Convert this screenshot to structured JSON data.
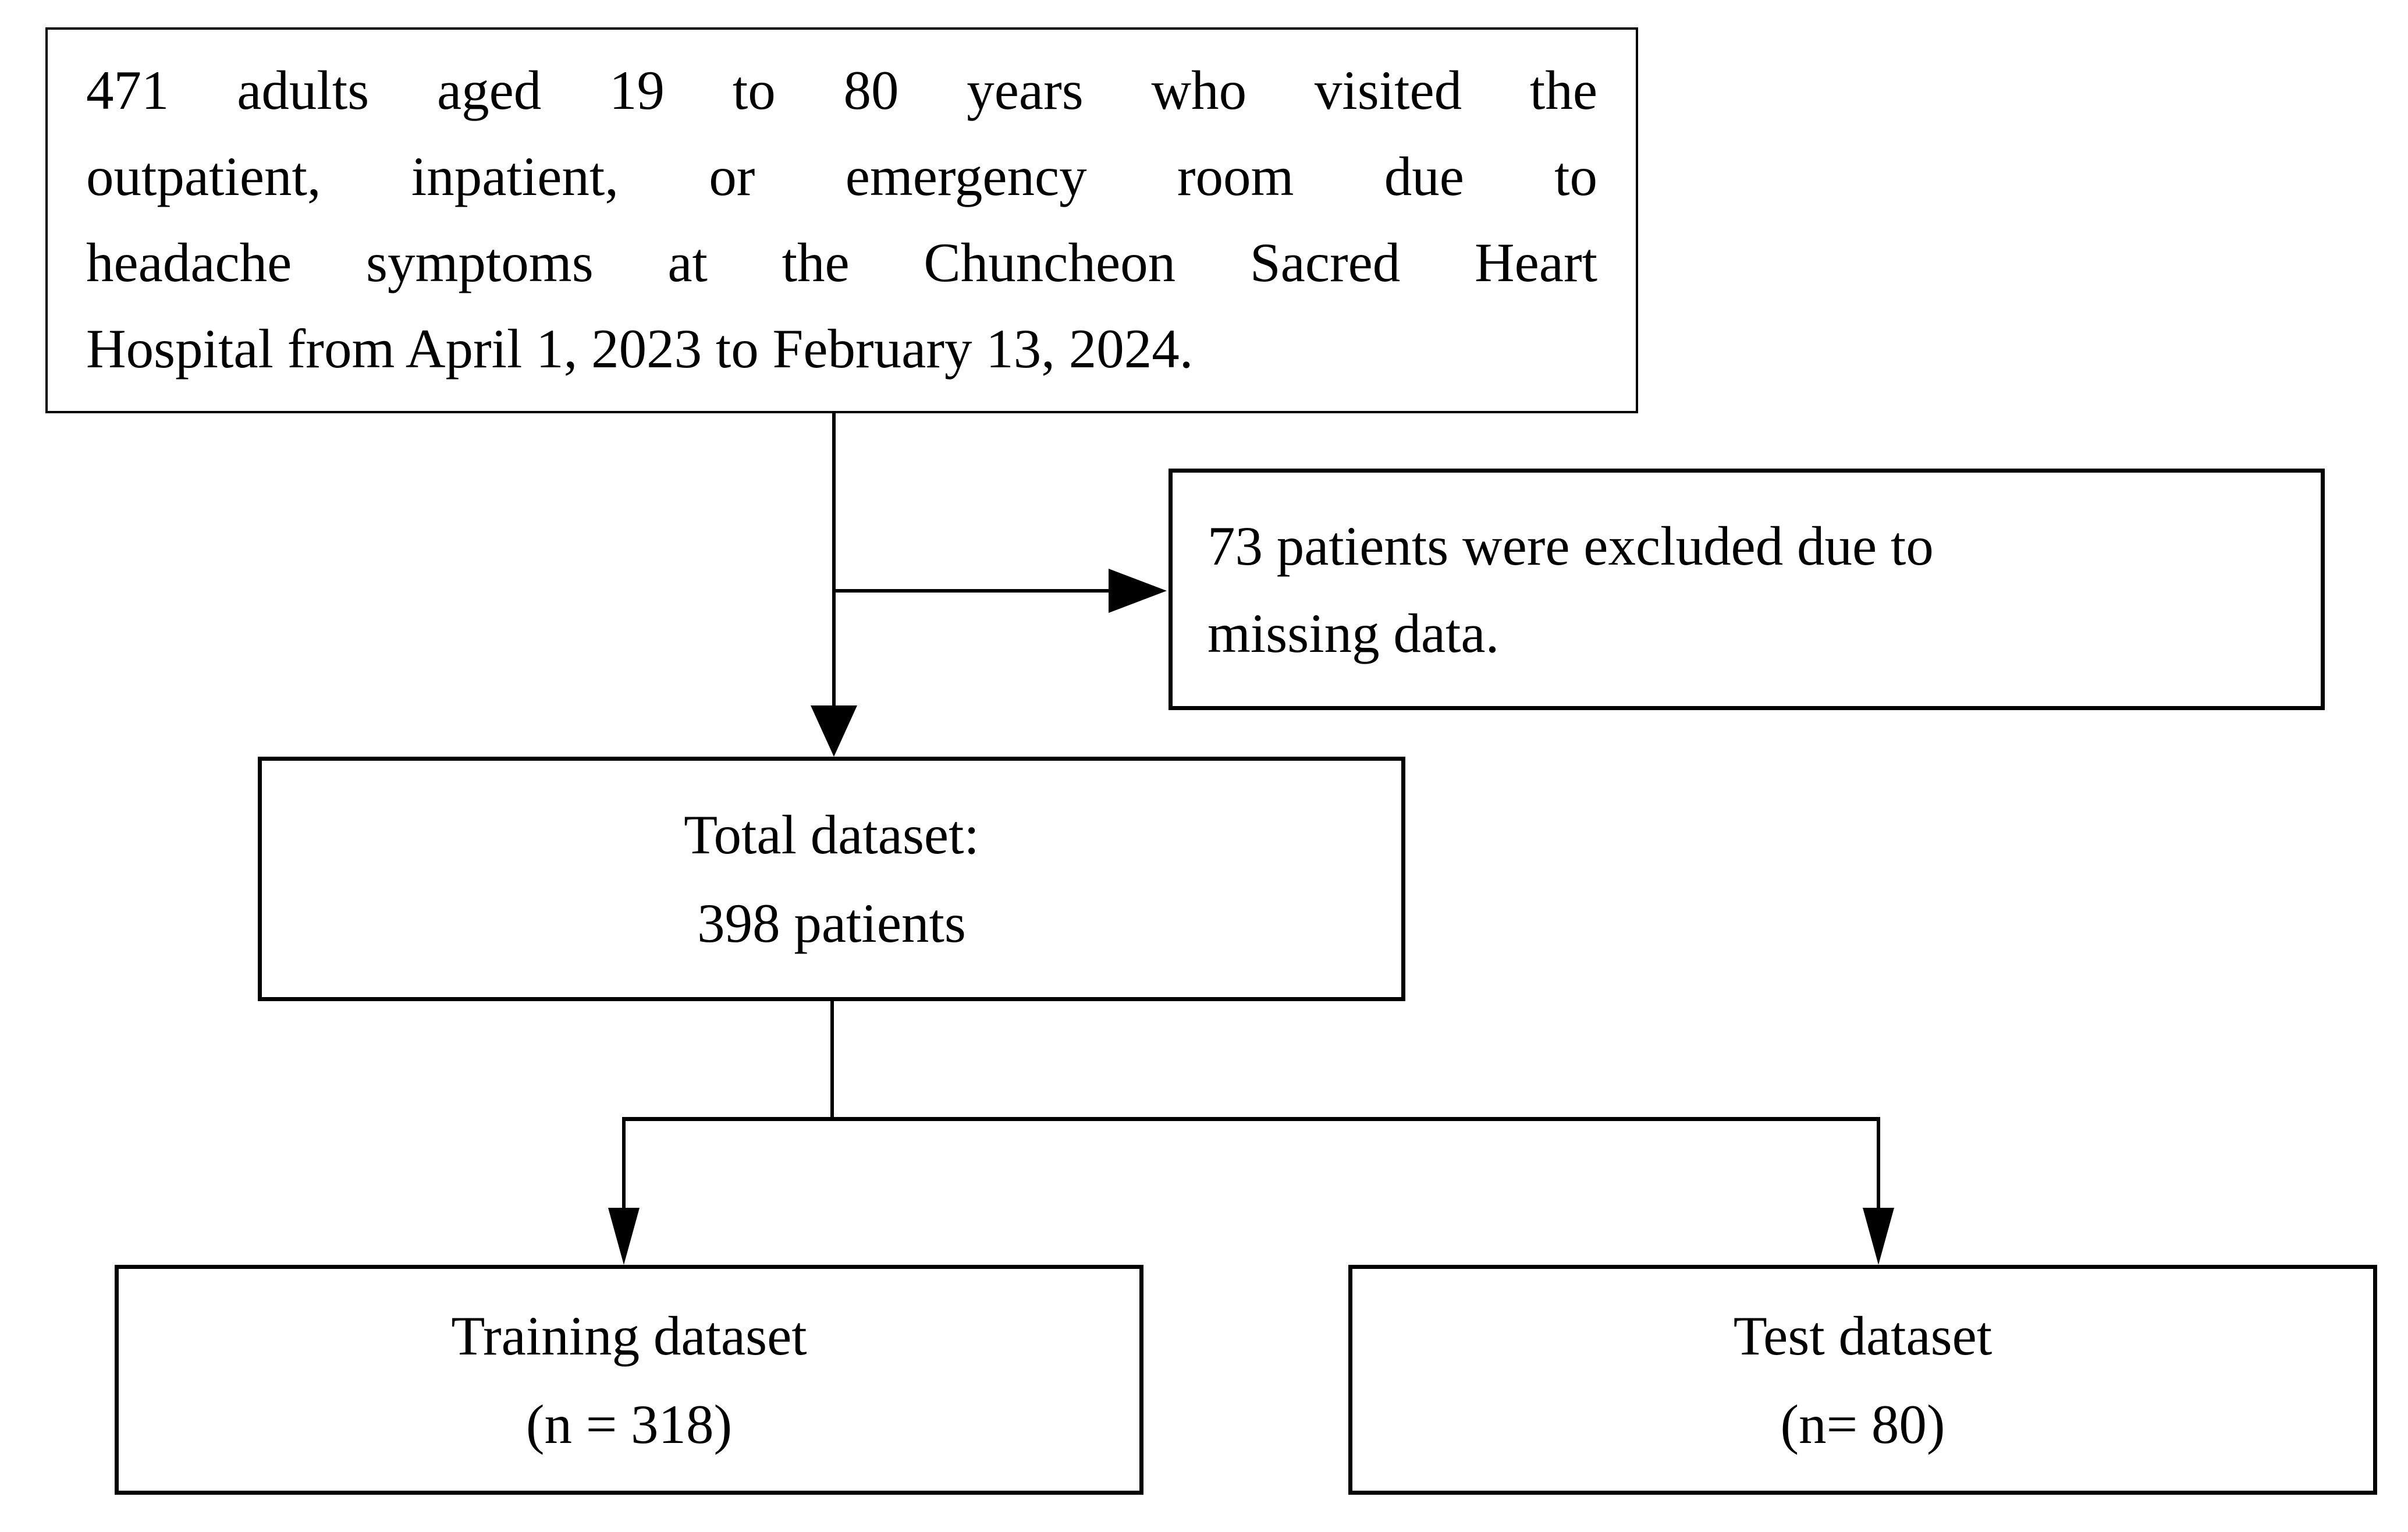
{
  "figure": {
    "kind": "patient-flow-diagram",
    "background_color": "#ffffff",
    "ink_color": "#000000"
  },
  "boxes": {
    "cohort": {
      "lines": [
        "471 adults aged 19 to 80 years who visited the",
        "outpatient, inpatient, or emergency room due to",
        "headache symptoms at the Chuncheon Sacred Heart",
        "Hospital from April 1, 2023 to February 13, 2024."
      ]
    },
    "excluded": {
      "lines": [
        "73 patients were excluded due to",
        "missing data."
      ]
    },
    "total": {
      "lines": [
        "Total dataset:",
        "398 patients"
      ]
    },
    "training": {
      "lines": [
        "Training dataset",
        "(n = 318)"
      ]
    },
    "test": {
      "lines": [
        "Test dataset",
        "(n= 80)"
      ]
    }
  }
}
